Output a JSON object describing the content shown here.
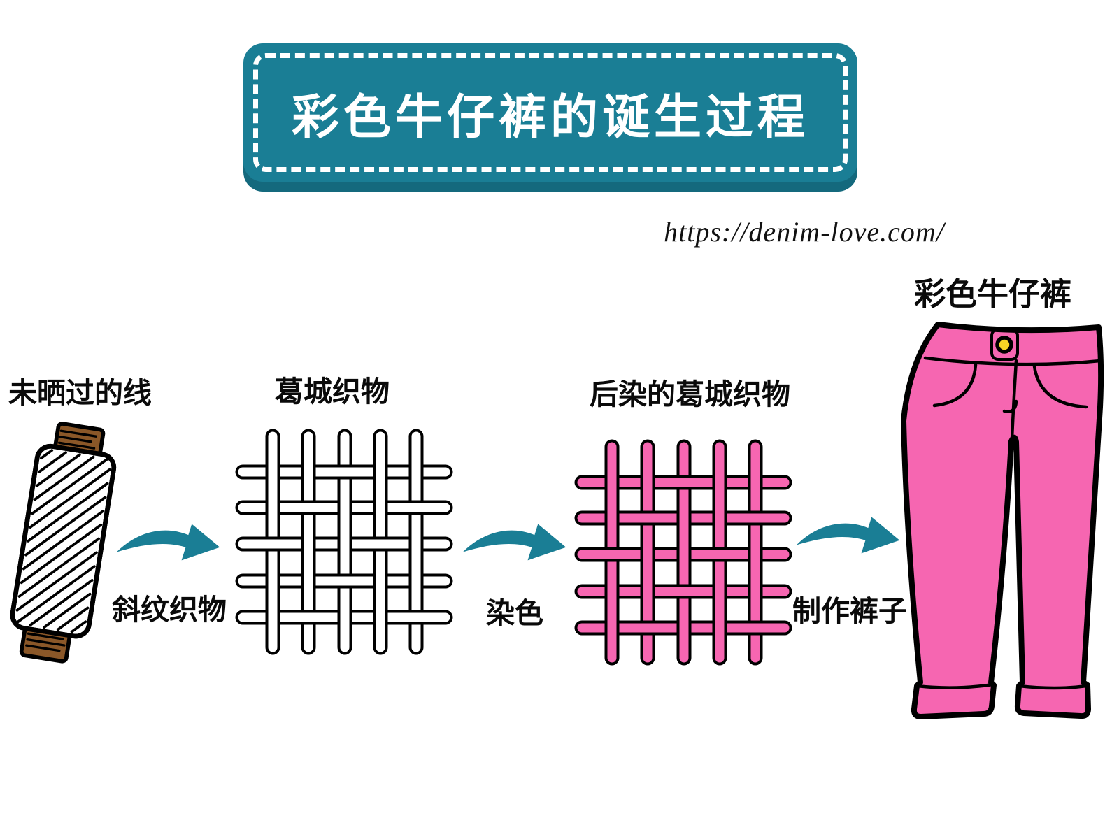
{
  "title": {
    "text": "彩色牛仔裤的诞生过程"
  },
  "website": {
    "url": "https://denim-love.com/"
  },
  "steps": [
    {
      "id": "thread",
      "label": "未晒过的线"
    },
    {
      "id": "fabric",
      "label": "葛城织物"
    },
    {
      "id": "dyed_fabric",
      "label": "后染的葛城织物"
    },
    {
      "id": "jeans",
      "label": "彩色牛仔裤"
    }
  ],
  "arrows": [
    {
      "label": "斜纹织物"
    },
    {
      "label": "染色"
    },
    {
      "label": "制作裤子"
    }
  ],
  "icons": [
    "thread-spool-illustration",
    "fabric-weave-illustration",
    "dyed-fabric-weave-illustration",
    "process-arrow-icon",
    "jeans-illustration"
  ],
  "colors": {
    "paper": "#ffffff",
    "teal": "#1a7e95",
    "teal_dark": "#14697d",
    "pink": "#f666b1",
    "brown": "#8a5728",
    "yellow": "#f7d525",
    "ink": "#000000"
  },
  "weave": {
    "strands": 5,
    "over_matrix": [
      [
        0,
        0,
        1,
        0,
        0
      ],
      [
        0,
        1,
        0,
        0,
        1
      ],
      [
        1,
        0,
        0,
        1,
        0
      ],
      [
        0,
        0,
        1,
        0,
        0
      ],
      [
        0,
        1,
        0,
        0,
        1
      ]
    ]
  }
}
